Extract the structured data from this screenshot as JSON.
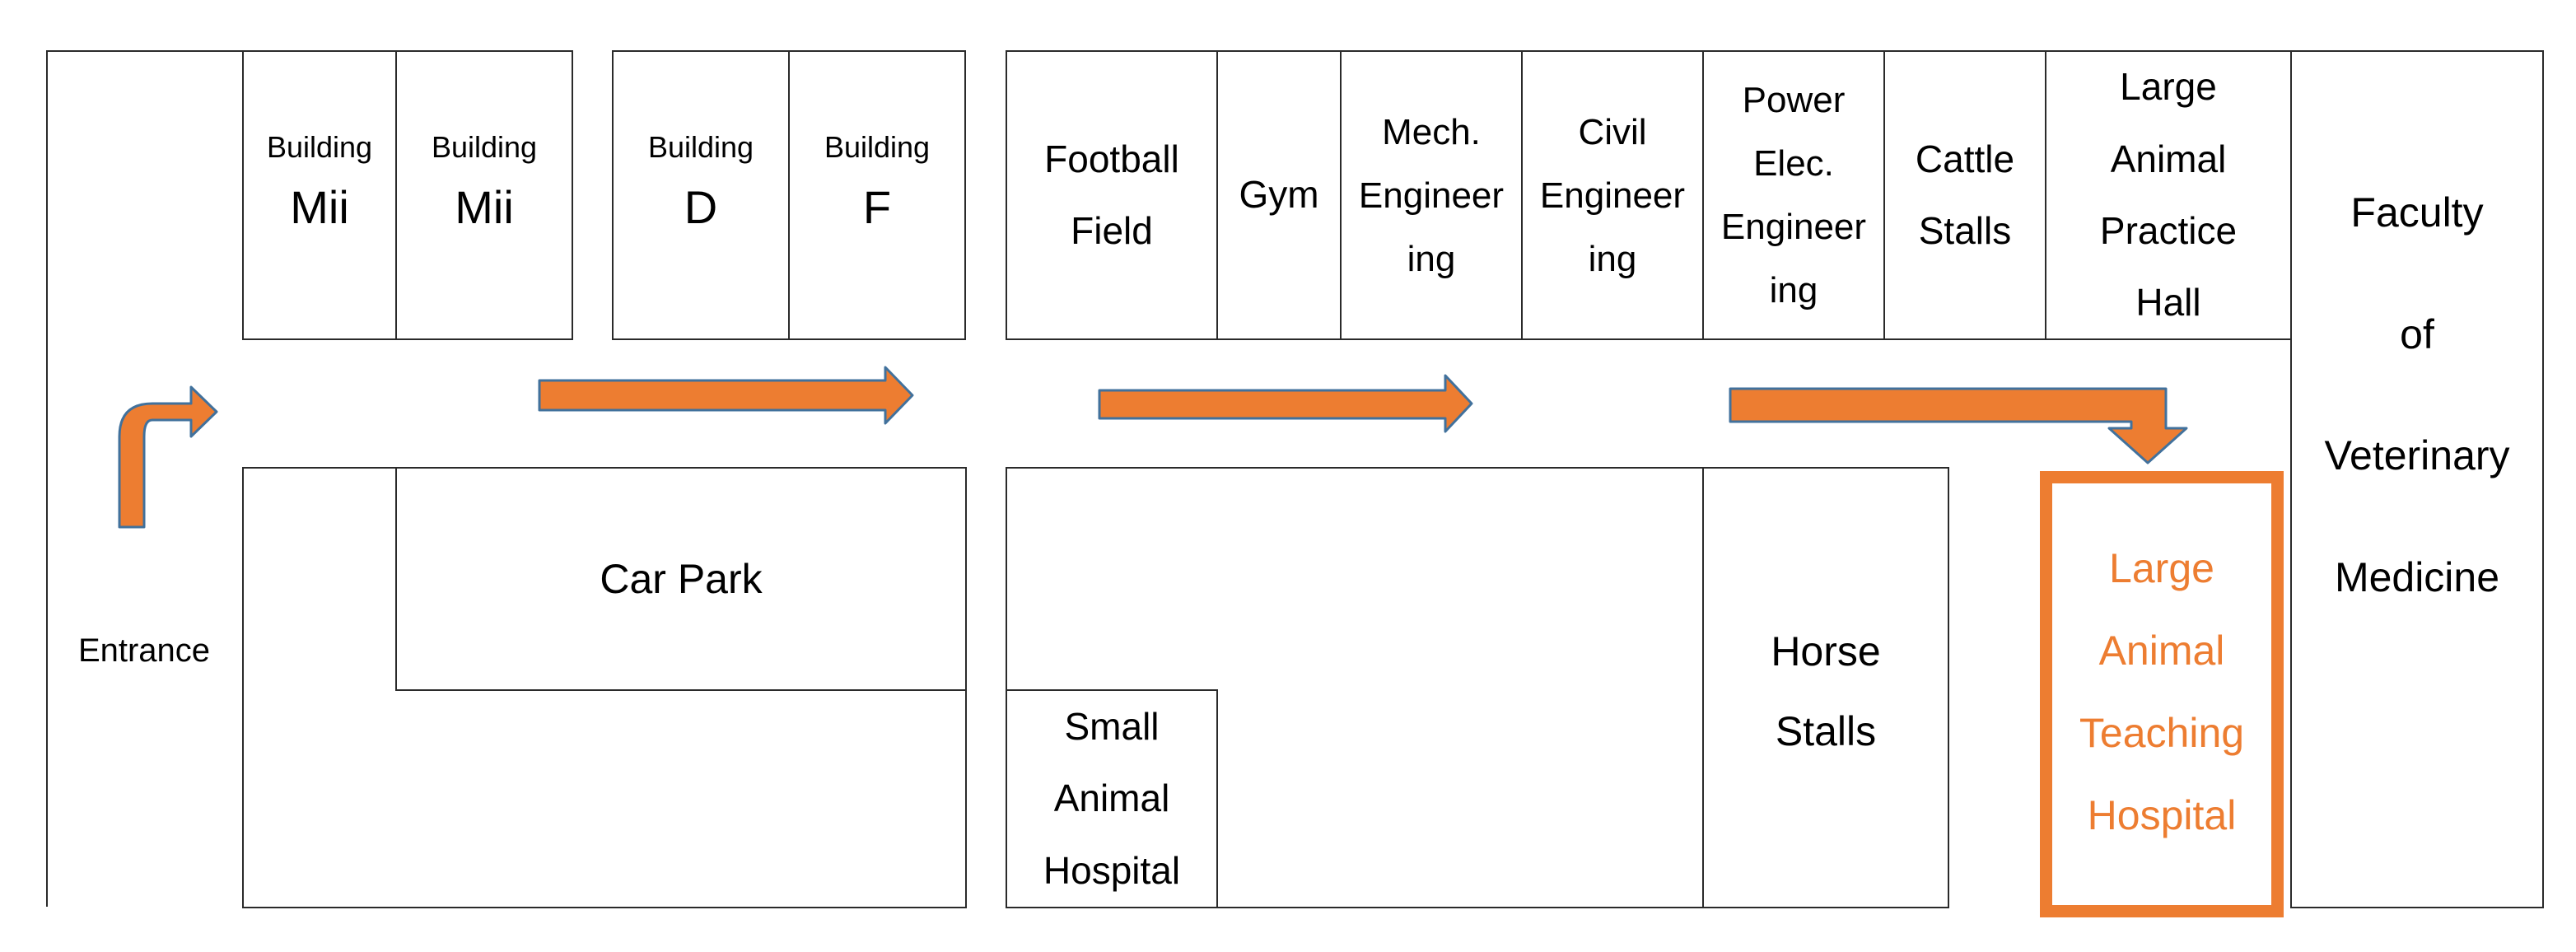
{
  "colors": {
    "arrow_fill": "#ED7D31",
    "arrow_stroke": "#41719C",
    "highlight": "#ED7D31",
    "lines": "#2a2a2a"
  },
  "buildings": {
    "mii1": {
      "prefix": "Building",
      "code": "Mii"
    },
    "mii2": {
      "prefix": "Building",
      "code": "Mii"
    },
    "d": {
      "prefix": "Building",
      "code": "D"
    },
    "f": {
      "prefix": "Building",
      "code": "F"
    }
  },
  "top_row": {
    "football": [
      "Football",
      "Field"
    ],
    "gym": [
      "Gym"
    ],
    "mech": [
      "Mech.",
      "Engineer",
      "ing"
    ],
    "civil": [
      "Civil",
      "Engineer",
      "ing"
    ],
    "power": [
      "Power",
      "Elec.",
      "Engineer",
      "ing"
    ],
    "cattle": [
      "Cattle",
      "Stalls"
    ],
    "large_practice": [
      "Large",
      "Animal",
      "Practice",
      "Hall"
    ]
  },
  "bottom": {
    "entrance": "Entrance",
    "car_park": "Car Park",
    "small_hospital": [
      "Small",
      "Animal",
      "Hospital"
    ],
    "horse": [
      "Horse",
      "Stalls"
    ],
    "destination": [
      "Large",
      "Animal",
      "Teaching",
      "Hospital"
    ]
  },
  "faculty": [
    "Faculty",
    "of",
    "Veterinary",
    "Medicine"
  ]
}
